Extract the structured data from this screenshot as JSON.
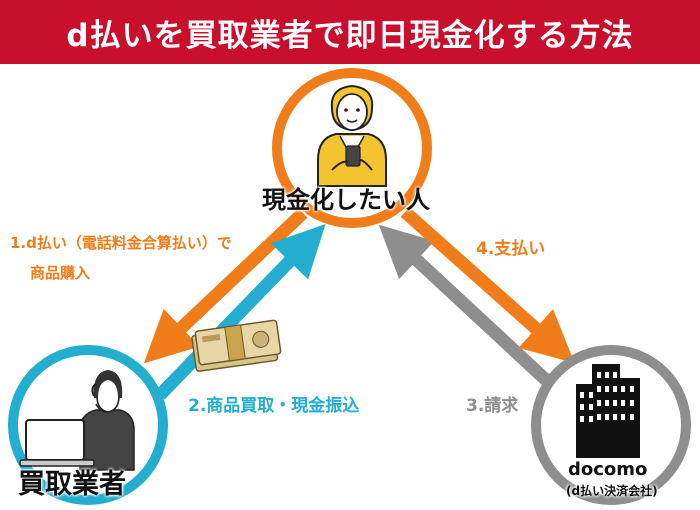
{
  "title": "d払いを買取業者で即日現金化する方法",
  "nodes": {
    "top": "現金化したい人",
    "left": "買取業者",
    "right_name": "docomo",
    "right_sub": "(d払い決済会社)"
  },
  "steps": {
    "step1_line1": "1.d払い（電話料金合算払い）で",
    "step1_line2": "商品購入",
    "step2": "2.商品買取・現金振込",
    "step3": "3.請求",
    "step4": "4.支払い"
  },
  "colors": {
    "header_bg": "#c8102e",
    "orange": "#f07d1a",
    "teal": "#23aed0",
    "gray": "#8e8e8e"
  }
}
